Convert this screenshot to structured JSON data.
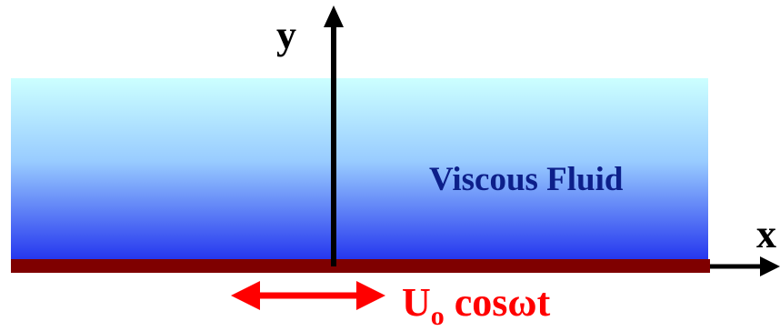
{
  "labels": {
    "y_axis": "y",
    "x_axis": "x",
    "fluid": "Viscous Fluid",
    "velocity_main": "U",
    "velocity_sub": "o",
    "velocity_tail": " cosωt"
  },
  "colors": {
    "fluid_top": "#ccffff",
    "fluid_bottom": "#2233ee",
    "plate": "#7f0000",
    "axis": "#000000",
    "fluid_label": "#0d1f8a",
    "velocity": "#ff0000"
  }
}
